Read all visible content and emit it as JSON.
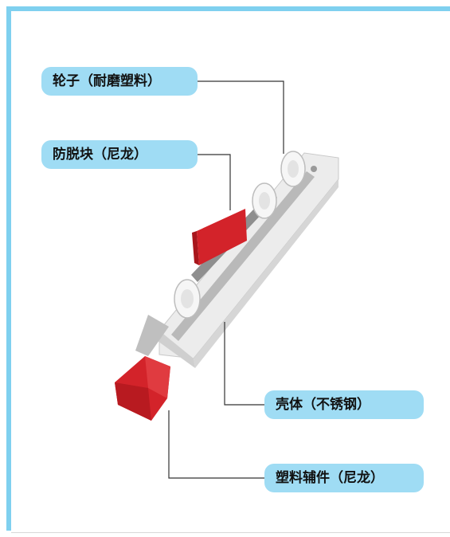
{
  "labels": {
    "wheel": "轮子（耐磨塑料）",
    "anti_derail_block": "防脱块（尼龙）",
    "housing": "壳体（不锈钢）",
    "plastic_accessory": "塑料辅件（尼龙）"
  },
  "colors": {
    "frame": "#7fd0ef",
    "label_bg": "#9fdcf4",
    "leader_line": "#333333",
    "housing": "#e8e8e8",
    "nylon_red": "#d3232a",
    "wheel": "#f5f5f5"
  }
}
